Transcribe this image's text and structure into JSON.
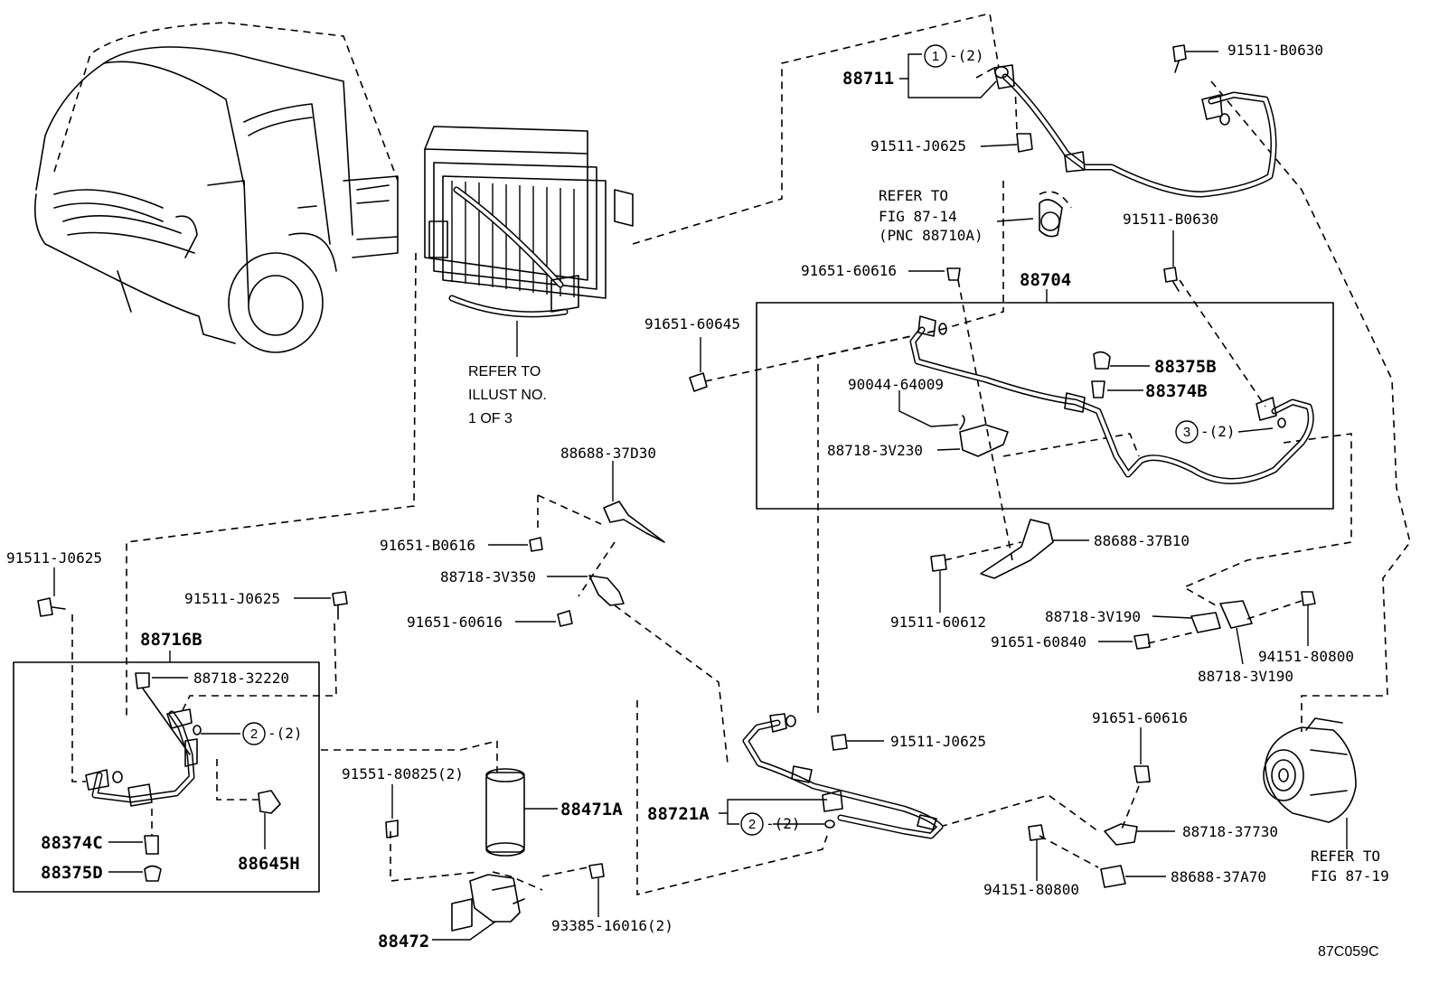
{
  "labels": {
    "p91511_b0630_top": "91511-B0630",
    "p88711": "88711",
    "callout1_qty": "-(2)",
    "p91511_j0625_top": "91511-J0625",
    "refer_fig_line1": "REFER TO",
    "refer_fig_line2": "FIG 87-14",
    "refer_fig_line3": "(PNC 88710A)",
    "p91511_b0630_mid": "91511-B0630",
    "p91651_60616_top": "91651-60616",
    "p88704": "88704",
    "p91651_60645": "91651-60645",
    "p88375b": "88375B",
    "p88374b": "88374B",
    "p90044_64009": "90044-64009",
    "callout3_qty": "-(2)",
    "p88718_3v230": "88718-3V230",
    "refer_illust_line1": "REFER TO",
    "refer_illust_line2": "ILLUST NO.",
    "refer_illust_line3": "1 OF 3",
    "p88688_37d30": "88688-37D30",
    "p91651_b0616": "91651-B0616",
    "p88718_3v350": "88718-3V350",
    "p91651_60616_left": "91651-60616",
    "p91511_j0625_left": "91511-J0625",
    "p91511_j0625_box": "91511-J0625",
    "p88716b": "88716B",
    "p88718_32220": "88718-32220",
    "callout2a_qty": "-(2)",
    "p88374c": "88374C",
    "p88375d": "88375D",
    "p88645h": "88645H",
    "p88688_37b10": "88688-37B10",
    "p91511_60612": "91511-60612",
    "p88718_3v190_a": "88718-3V190",
    "p91651_60840": "91651-60840",
    "p94151_80800_a": "94151-80800",
    "p88718_3v190_b": "88718-3V190",
    "p91551_80825": "91551-80825(2)",
    "p88471a": "88471A",
    "p91511_j0625_bot": "91511-J0625",
    "p88721a": "88721A",
    "callout2b_qty": "-(2)",
    "p91651_60616_right": "91651-60616",
    "p88718_37730": "88718-37730",
    "p94151_80800_b": "94151-80800",
    "p88688_37a70": "88688-37A70",
    "refer_fig19_line1": "REFER TO",
    "refer_fig19_line2": "FIG 87-19",
    "p93385_16016": "93385-16016(2)",
    "p88472": "88472",
    "diagram_code": "87C059C"
  },
  "callouts": {
    "c1": "1",
    "c2a": "2",
    "c2b": "2",
    "c3": "3"
  }
}
